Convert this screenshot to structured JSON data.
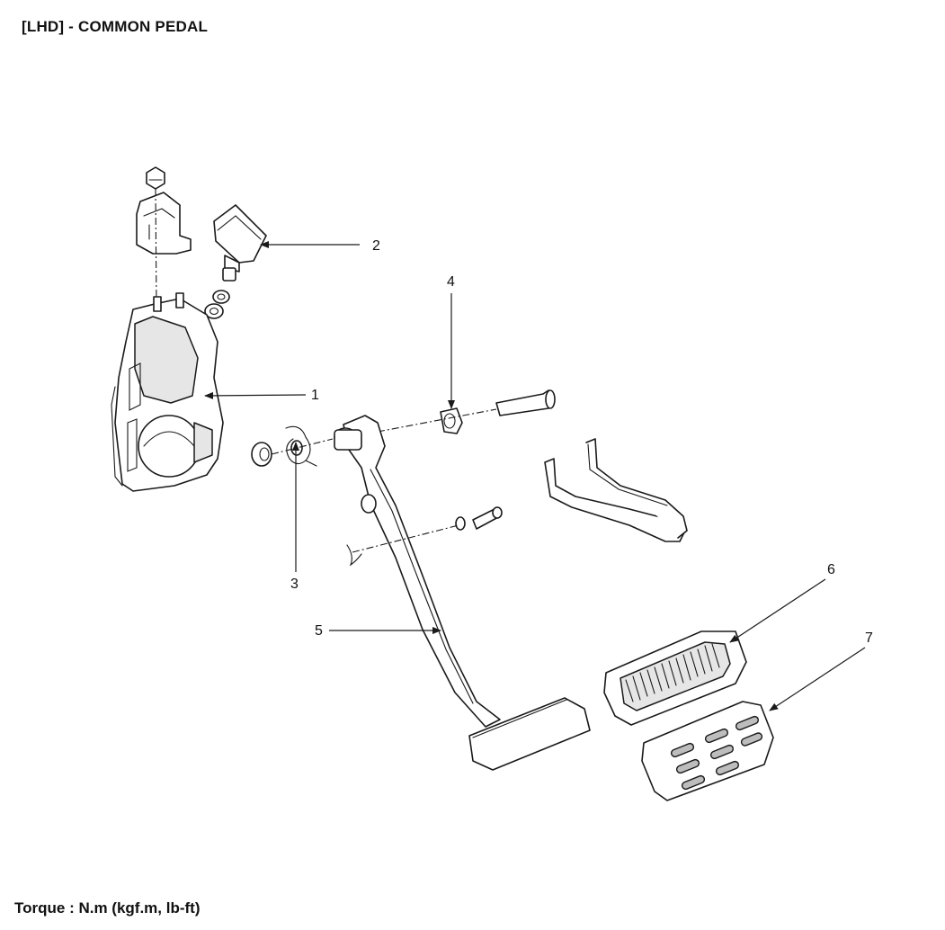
{
  "header": {
    "title": "[LHD] - COMMON PEDAL"
  },
  "callouts": [
    "1",
    "2",
    "3",
    "4",
    "5",
    "6",
    "7"
  ],
  "footer": {
    "torque_label": "Torque : N.m (kgf.m, lb-ft)"
  }
}
